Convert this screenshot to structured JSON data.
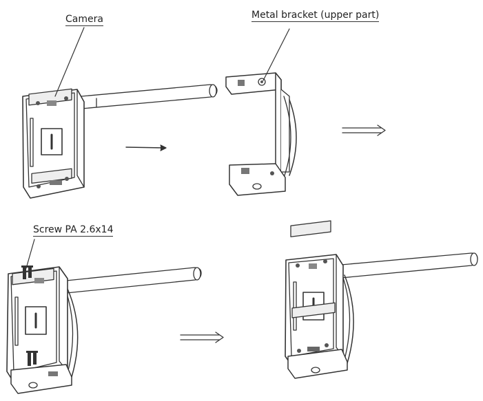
{
  "labels": {
    "camera": "Camera",
    "bracket": "Metal bracket (upper part)",
    "screw": "Screw PA 2.6x14"
  },
  "colors": {
    "stroke": "#333333",
    "fill": "#ffffff",
    "shade": "#e6e6e6",
    "dark": "#444444"
  }
}
